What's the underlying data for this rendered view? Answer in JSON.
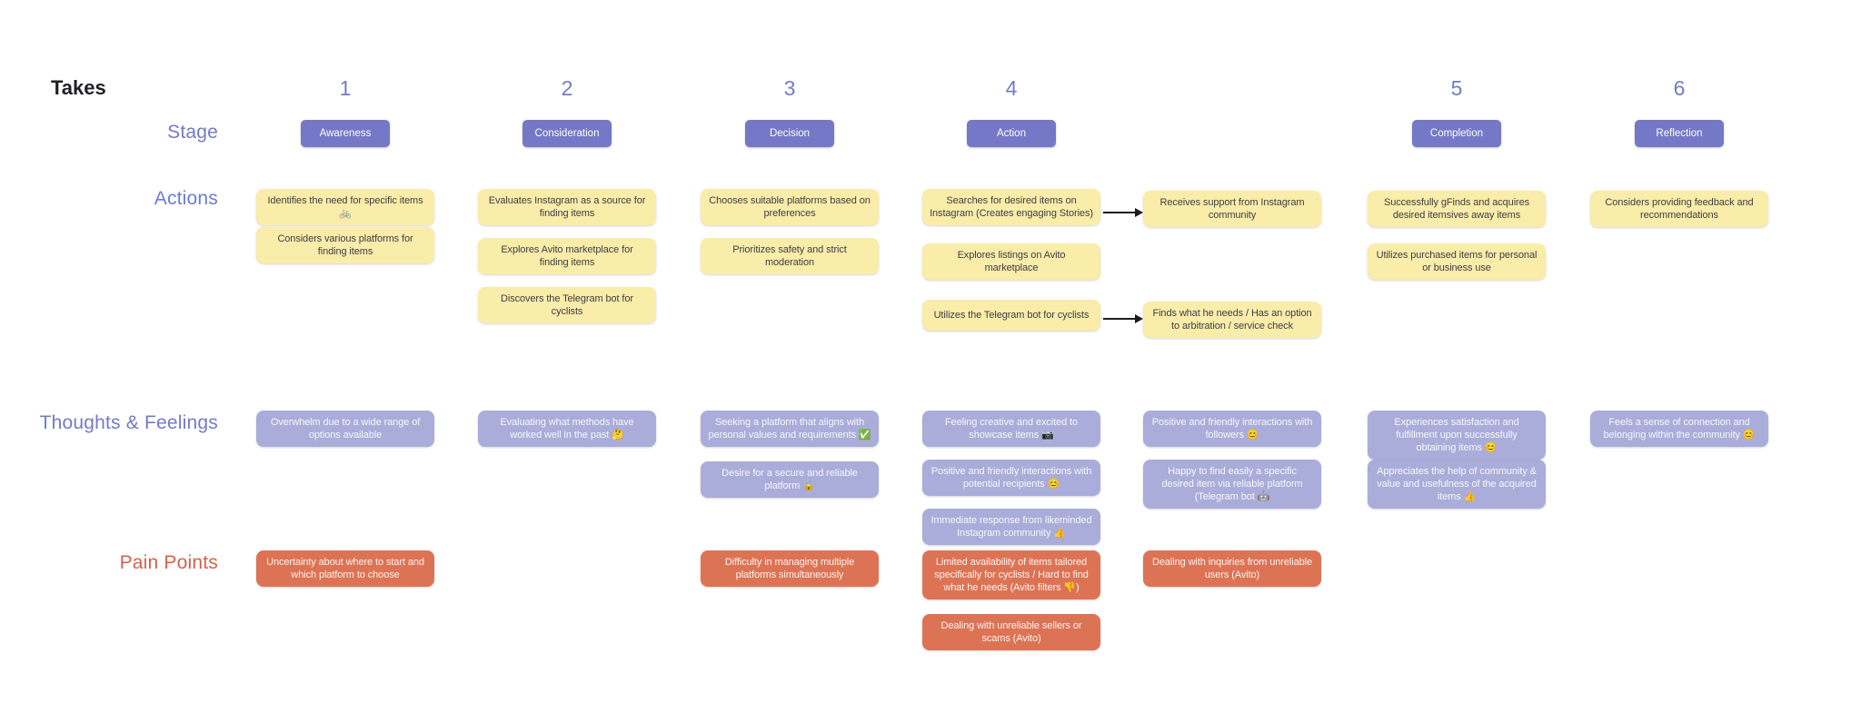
{
  "row_labels": {
    "takes": "Takes",
    "stage": "Stage",
    "actions": "Actions",
    "thoughts": "Thoughts & Feelings",
    "pains": "Pain Points"
  },
  "colors": {
    "stage_pill": "#7478c6",
    "action_note": "#faeca9",
    "thought_note": "#aaadd9",
    "pain_note": "#dd7355",
    "label_purple": "#7479c8",
    "label_blue": "#6c7bd9",
    "label_red": "#d4614b",
    "arrow": "#1c1c1c",
    "background": "#ffffff"
  },
  "columns": [
    {
      "number": "1",
      "stage": "Awareness",
      "actions": [
        "Identifies the need for specific items 🚲",
        "Considers various platforms for finding items"
      ],
      "thoughts": [
        "Overwhelm due to a wide range of options available"
      ],
      "pains": [
        "Uncertainty about where to start and which platform to choose"
      ]
    },
    {
      "number": "2",
      "stage": "Consideration",
      "actions": [
        "Evaluates Instagram as a source for finding items",
        "Explores Avito marketplace for finding items",
        "Discovers the Telegram bot for cyclists"
      ],
      "thoughts": [
        "Evaluating what methods have worked well in the past 🤔"
      ],
      "pains": []
    },
    {
      "number": "3",
      "stage": "Decision",
      "actions": [
        "Chooses suitable platforms based on preferences",
        "Prioritizes safety and strict moderation"
      ],
      "thoughts": [
        "Seeking a platform that aligns with personal values and requirements ✅",
        "Desire for a secure and reliable platform 🔒"
      ],
      "pains": [
        "Difficulty in managing multiple platforms simultaneously"
      ]
    },
    {
      "number": "4",
      "stage": "Action",
      "actions": [
        "Searches for desired items on Instagram (Creates engaging Stories)",
        "Explores listings on Avito marketplace",
        "Utilizes the Telegram bot for cyclists"
      ],
      "thoughts": [
        "Feeling creative and excited to showcase items 📷",
        "Positive and friendly interactions with potential recipients 😊",
        "Immediate response from likeminded Instagram community 👍"
      ],
      "pains": [
        "Limited availability of items tailored specifically for cyclists / Hard to find what he needs (Avito filters 👎)",
        "Dealing with unreliable sellers or scams (Avito)"
      ]
    },
    {
      "actions": [
        "Receives support from Instagram community",
        "Finds what he needs / Has an option to arbitration / service check"
      ],
      "thoughts": [
        "Positive and friendly interactions with followers 😊",
        "Happy to find easily a specific desired item via reliable platform (Telegram bot 🤖"
      ],
      "pains": [
        "Dealing with inquiries from unreliable users (Avito)"
      ]
    },
    {
      "number": "5",
      "stage": "Completion",
      "actions": [
        "Successfully gFinds and acquires desired itemsives away items",
        "Utilizes purchased items for personal or business use"
      ],
      "thoughts": [
        "Experiences satisfaction and fulfillment upon successfully obtaining items 😊",
        "Appreciates the help of community & value and usefulness of the acquired items 👍"
      ],
      "pains": []
    },
    {
      "number": "6",
      "stage": "Reflection",
      "actions": [
        "Considers providing feedback and recommendations"
      ],
      "thoughts": [
        "Feels a sense of connection and belonging within the community 😊"
      ],
      "pains": []
    }
  ]
}
